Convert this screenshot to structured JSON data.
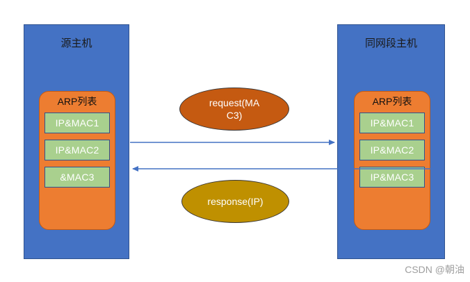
{
  "diagram": {
    "title": "ARP request and response between hosts on the same network segment",
    "colors": {
      "host_fill": "#4472C4",
      "host_stroke": "#2F528F",
      "arp_panel_fill": "#ED7D31",
      "arp_entry_fill": "#A9D08E",
      "arp_entry_stroke": "#2F528F",
      "request_ellipse_fill": "#C55A11",
      "response_ellipse_fill": "#BF9000",
      "arrow_stroke": "#4472C4",
      "watermark_text": "#9e9e9e"
    }
  },
  "hosts": [
    {
      "id": "source-host",
      "title": "源主机",
      "arp": {
        "title": "ARP列表",
        "entries": [
          {
            "label": "IP&MAC1"
          },
          {
            "label": "IP&MAC2"
          },
          {
            "label": "&MAC3"
          }
        ]
      }
    },
    {
      "id": "peer-host",
      "title": "同网段主机",
      "arp": {
        "title": "ARP列表",
        "entries": [
          {
            "label": "IP&MAC1"
          },
          {
            "label": "IP&MAC2"
          },
          {
            "label": "IP&MAC3"
          }
        ]
      }
    }
  ],
  "messages": [
    {
      "id": "request",
      "line1": "request(MA",
      "line2": "C3)",
      "direction": "left-to-right"
    },
    {
      "id": "response",
      "line1": "response(IP)",
      "line2": "",
      "direction": "right-to-left"
    }
  ],
  "watermark": {
    "label": "CSDN @朝油"
  }
}
